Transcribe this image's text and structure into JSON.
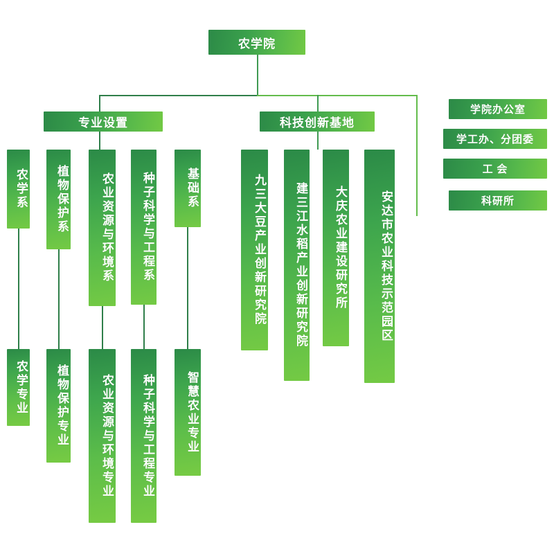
{
  "diagram": {
    "title_node": {
      "label": "农学院"
    },
    "level2": [
      {
        "key": "majors",
        "label": "专业设置"
      },
      {
        "key": "bases",
        "label": "科技创新基地"
      }
    ],
    "departments": [
      {
        "label": "农学系"
      },
      {
        "label": "植物保护系"
      },
      {
        "label": "农业资源与环境系"
      },
      {
        "label": "种子科学与工程系"
      },
      {
        "label": "基础系"
      }
    ],
    "majors": [
      {
        "label": "农学专业"
      },
      {
        "label": "植物保护专业"
      },
      {
        "label": "农业资源与环境专业"
      },
      {
        "label": "种子科学与工程专业"
      },
      {
        "label": "智慧农业专业"
      }
    ],
    "bases": [
      {
        "label": "九三大豆产业创新研究院"
      },
      {
        "label": "建三江水稻产业创新研究院"
      },
      {
        "label": "大庆农业建设研究所"
      },
      {
        "label": "安达市农业科技示范园区"
      }
    ],
    "administration": [
      {
        "label": "学院办公室"
      },
      {
        "label": "学工办、分团委"
      },
      {
        "label": "工  会"
      },
      {
        "label": "科研所"
      }
    ],
    "colors": {
      "gradient_start": "#2c8a47",
      "gradient_end": "#72c944",
      "connector": "#45a556",
      "connector_dark": "#2f7f4a",
      "text": "#ffffff",
      "background": "#ffffff"
    }
  }
}
